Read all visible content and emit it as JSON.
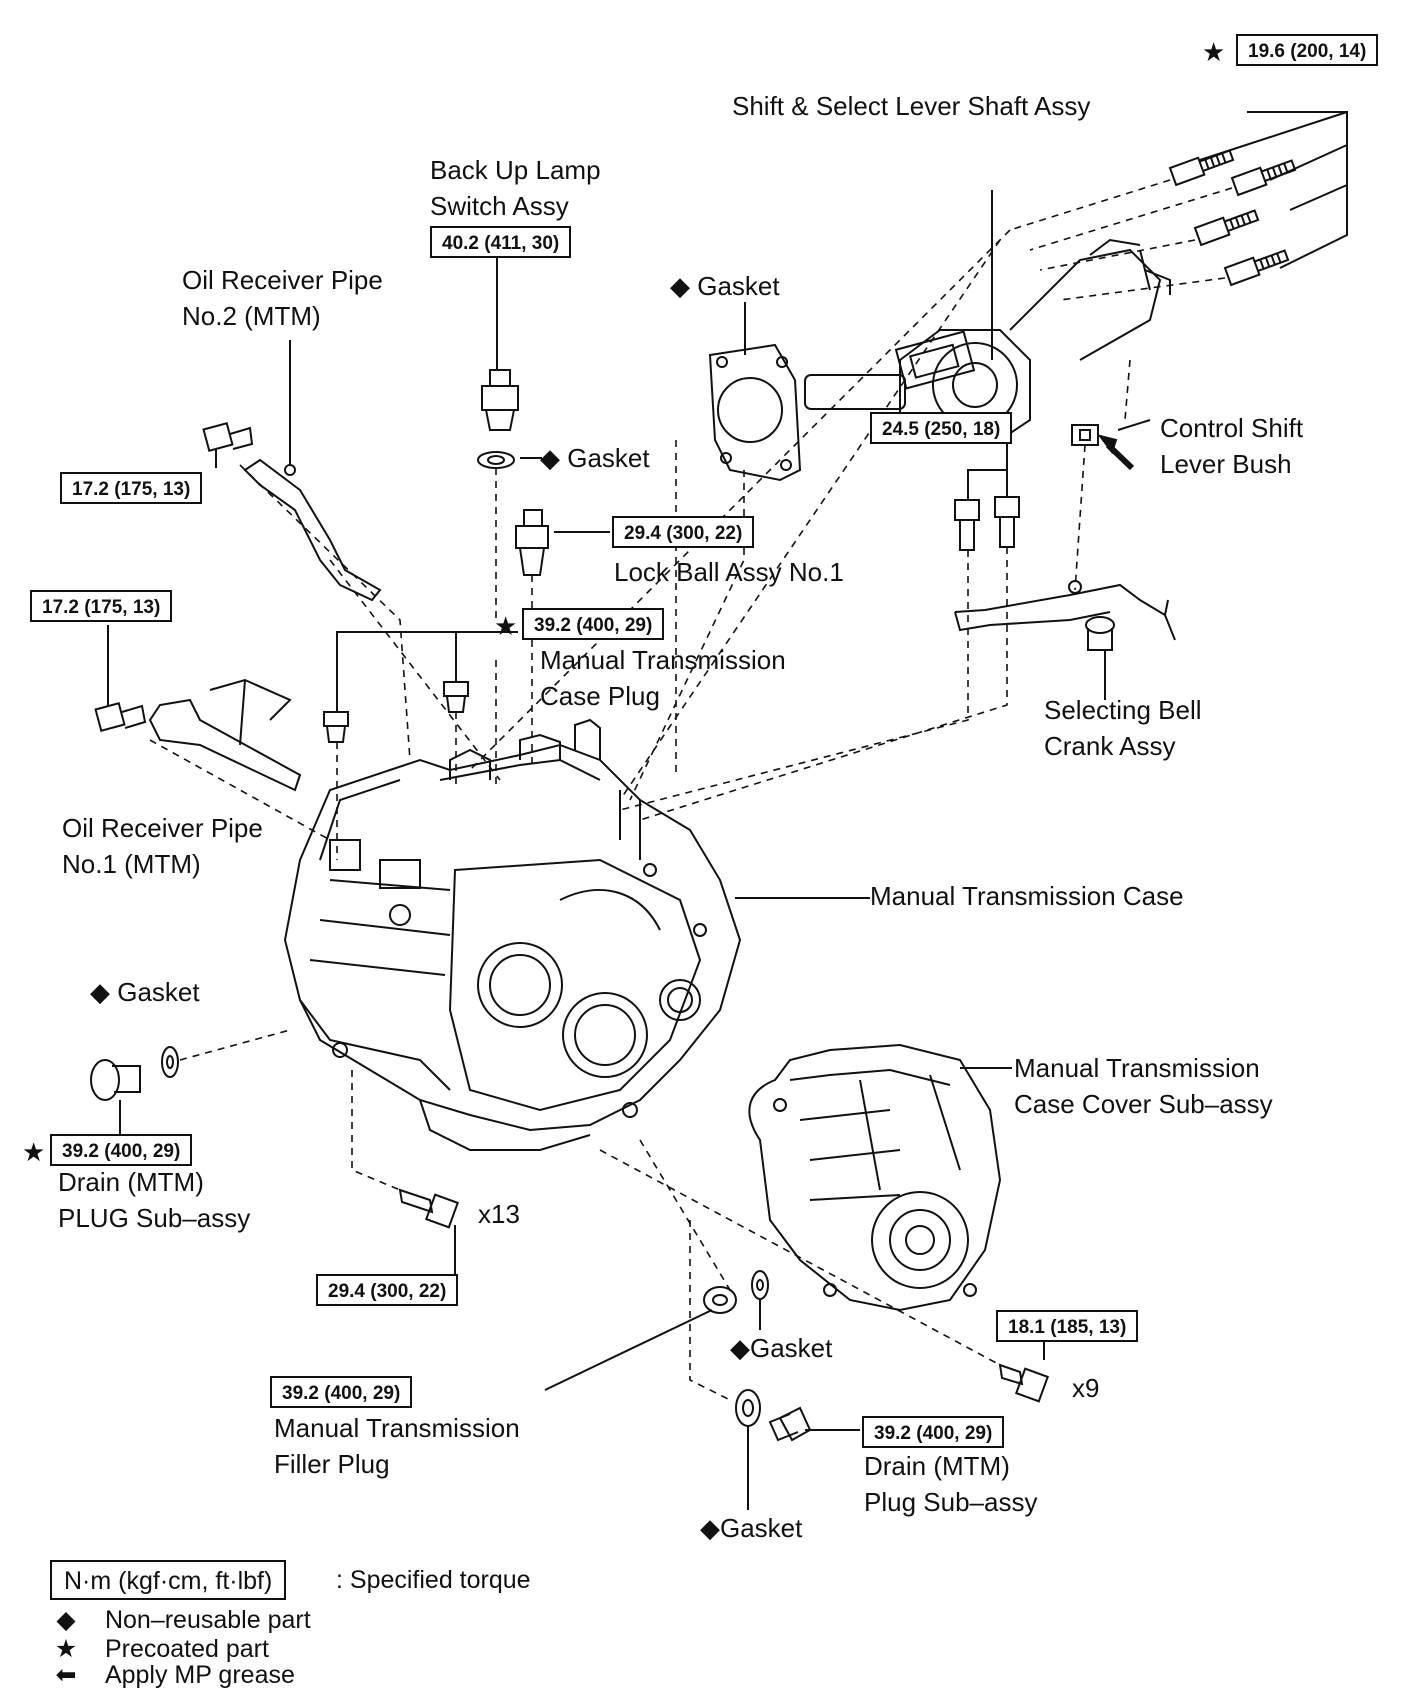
{
  "labels": {
    "shift_select_lever_shaft": "Shift & Select Lever Shaft Assy",
    "back_up_lamp_1": "Back Up Lamp",
    "back_up_lamp_2": "Switch Assy",
    "oil_receiver_pipe_2_a": "Oil Receiver Pipe",
    "oil_receiver_pipe_2_b": "No.2 (MTM)",
    "gasket_top": "Gasket",
    "gasket_switch": "Gasket",
    "control_shift_1": "Control Shift",
    "control_shift_2": "Lever Bush",
    "lock_ball": "Lock Ball Assy No.1",
    "mt_case_plug_1": "Manual Transmission",
    "mt_case_plug_2": "Case Plug",
    "selecting_bell_1": "Selecting Bell",
    "selecting_bell_2": "Crank Assy",
    "oil_receiver_pipe_1_a": "Oil Receiver Pipe",
    "oil_receiver_pipe_1_b": "No.1 (MTM)",
    "mt_case": "Manual Transmission Case",
    "gasket_left": "Gasket",
    "mt_case_cover_1": "Manual Transmission",
    "mt_case_cover_2": "Case Cover Sub–assy",
    "drain_left_1": "Drain (MTM)",
    "drain_left_2": "PLUG Sub–assy",
    "x13": "x13",
    "gasket_filler": "Gasket",
    "x9": "x9",
    "filler_1": "Manual Transmission",
    "filler_2": "Filler Plug",
    "drain_right_1": "Drain (MTM)",
    "drain_right_2": "Plug Sub–assy",
    "gasket_bottom": "Gasket"
  },
  "torques": {
    "shift_lever_bolts": "19.6 (200, 14)",
    "back_up_lamp": "40.2 (411, 30)",
    "pipe2_bolt": "17.2 (175, 13)",
    "bell_crank_bolts": "24.5 (250, 18)",
    "lock_ball": "29.4 (300, 22)",
    "pipe1_bolt": "17.2 (175, 13)",
    "case_plug": "39.2 (400, 29)",
    "drain_left": "39.2 (400, 29)",
    "case_bolts": "29.4 (300, 22)",
    "cover_bolts": "18.1 (185, 13)",
    "filler_plug": "39.2 (400, 29)",
    "drain_right": "39.2 (400, 29)"
  },
  "legend": {
    "torque_units": "N·m (kgf·cm, ft·lbf)",
    "torque_desc": ": Specified torque",
    "non_reusable": "Non–reusable part",
    "precoated": "Precoated part",
    "mp_grease": "Apply MP grease"
  },
  "symbols": {
    "diamond": "◆",
    "star": "★",
    "arrow": "⬅"
  }
}
